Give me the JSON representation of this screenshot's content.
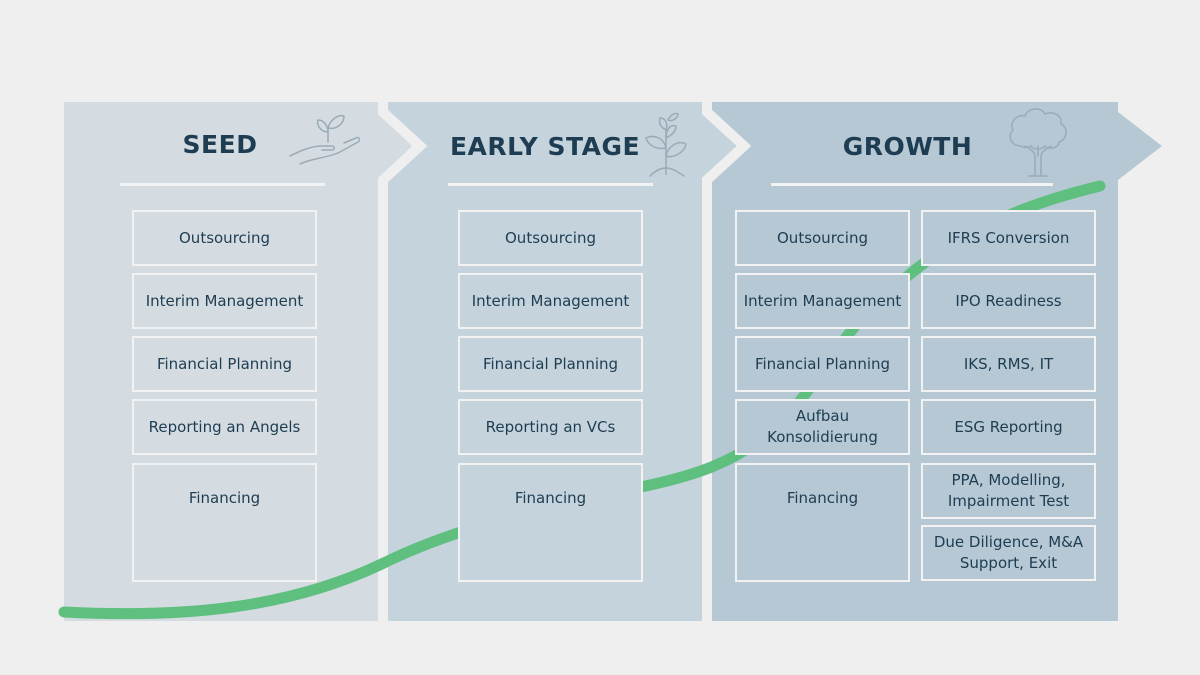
{
  "colors": {
    "background": "#efefef",
    "seed_panel": "#d4dce1",
    "early_panel": "#c4d3dc",
    "growth_panel": "#b5c8d4",
    "title_text": "#1e3d52",
    "growth_curve": "#5fbf7f",
    "icon_stroke": "#9aabb7"
  },
  "stages": [
    {
      "title": "SEED",
      "icon": "hand-sprout-icon",
      "services": [
        "Outsourcing",
        "Interim Management",
        "Financial Planning",
        "Reporting an Angels",
        "Financing"
      ]
    },
    {
      "title": "EARLY STAGE",
      "icon": "seedling-plant-icon",
      "services": [
        "Outsourcing",
        "Interim Management",
        "Financial Planning",
        "Reporting an VCs",
        "Financing"
      ]
    },
    {
      "title": "GROWTH",
      "icon": "tree-icon",
      "services_left": [
        "Outsourcing",
        "Interim Management",
        "Financial Planning",
        "Aufbau\nKonsolidierung",
        "Financing"
      ],
      "services_right": [
        "IFRS Conversion",
        "IPO Readiness",
        "IKS, RMS, IT",
        "ESG Reporting",
        "PPA, Modelling,\nImpairment Test",
        "Due Diligence, M&A\nSupport, Exit"
      ]
    }
  ]
}
